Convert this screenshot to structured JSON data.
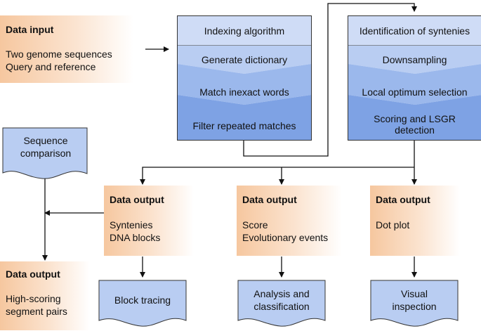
{
  "data_input": {
    "title": "Data input",
    "lines": [
      "Two genome sequences",
      "Query and reference"
    ]
  },
  "indexing_panel": {
    "steps": [
      "Indexing algorithm",
      "Generate dictionary",
      "Match inexact words",
      "Filter repeated matches"
    ]
  },
  "synteny_panel": {
    "steps": [
      "Identification of syntenies",
      "Downsampling",
      "Local optimum selection",
      "Scoring and LSGR detection"
    ]
  },
  "sequence_comparison": {
    "label": "Sequence comparison"
  },
  "outputs": [
    {
      "title": "Data output",
      "lines": [
        "Syntenies",
        "DNA blocks"
      ]
    },
    {
      "title": "Data output",
      "lines": [
        "Score",
        "Evolutionary events"
      ]
    },
    {
      "title": "Data output",
      "lines": [
        "Dot plot"
      ]
    }
  ],
  "hsp_output": {
    "title": "Data output",
    "lines": [
      "High-scoring",
      "segment pairs"
    ]
  },
  "documents": [
    {
      "label": "Block tracing"
    },
    {
      "label": "Analysis and classification"
    },
    {
      "label": "Visual inspection"
    }
  ],
  "colors": {
    "step_1": "#cfdcf6",
    "step_2": "#b9cdf2",
    "step_3": "#9bb8ec",
    "step_4": "#7ea2e4",
    "output_gradient": "#f6c79f",
    "doc_fill": "#b9cdf2"
  }
}
